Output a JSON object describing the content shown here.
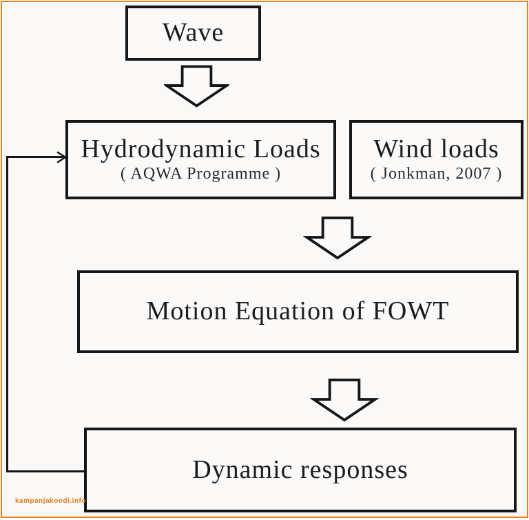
{
  "page": {
    "frame_color": "#e8801f",
    "canvas_background": "#faf9f7",
    "watermark": "kampanjakoodi.info",
    "watermark_color": "#e07b20"
  },
  "flowchart": {
    "colors": {
      "box_border": "#161616",
      "box_fill": "#fbfaf9",
      "text": "#1c1c1c",
      "connector": "#161616"
    },
    "nodes": {
      "wave": {
        "label": "Wave"
      },
      "hydrodynamic": {
        "label": "Hydrodynamic Loads",
        "sublabel": "( AQWA Programme )"
      },
      "wind": {
        "label": "Wind loads",
        "sublabel": "( Jonkman, 2007 )"
      },
      "motion": {
        "label": "Motion Equation of FOWT"
      },
      "dynamic": {
        "label": "Dynamic responses"
      }
    },
    "edges": [
      {
        "from": "wave",
        "to": "hydrodynamic",
        "type": "block-arrow-down"
      },
      {
        "from": "hydrodynamic+wind",
        "to": "motion",
        "type": "block-arrow-down"
      },
      {
        "from": "motion",
        "to": "dynamic",
        "type": "block-arrow-down"
      },
      {
        "from": "dynamic",
        "to": "hydrodynamic",
        "type": "feedback-line-arrow"
      }
    ]
  }
}
